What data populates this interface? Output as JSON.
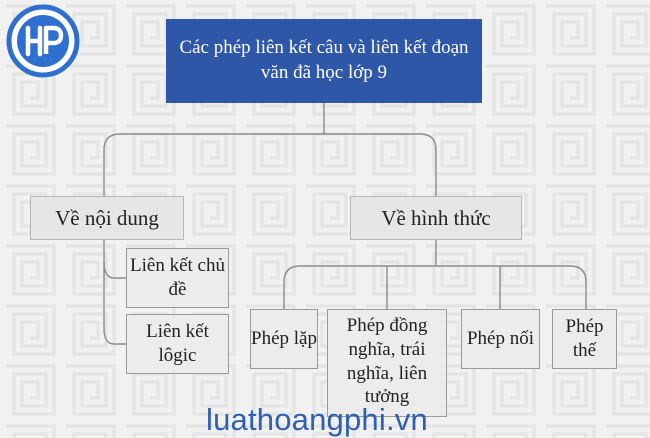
{
  "diagram": {
    "root": "Các phép liên kết câu và liên kết đoạn văn đã học lớp 9",
    "groups": [
      {
        "label": "Về nội dung",
        "children": [
          "Liên kết chủ đề",
          "Liên kết lôgic"
        ]
      },
      {
        "label": "Về hình thức",
        "children": [
          "Phép lặp",
          "Phép đồng nghĩa, trái nghĩa, liên tưởng",
          "Phép nối",
          "Phép thế"
        ]
      }
    ]
  },
  "logo": {
    "text": "HP"
  },
  "watermark": {
    "text": "luathoangphi.vn"
  },
  "colors": {
    "root_fill": "#2e57a8",
    "background": "#f1f1f1",
    "box_border": "#9a9a9a",
    "watermark": "#2f5fb0"
  }
}
